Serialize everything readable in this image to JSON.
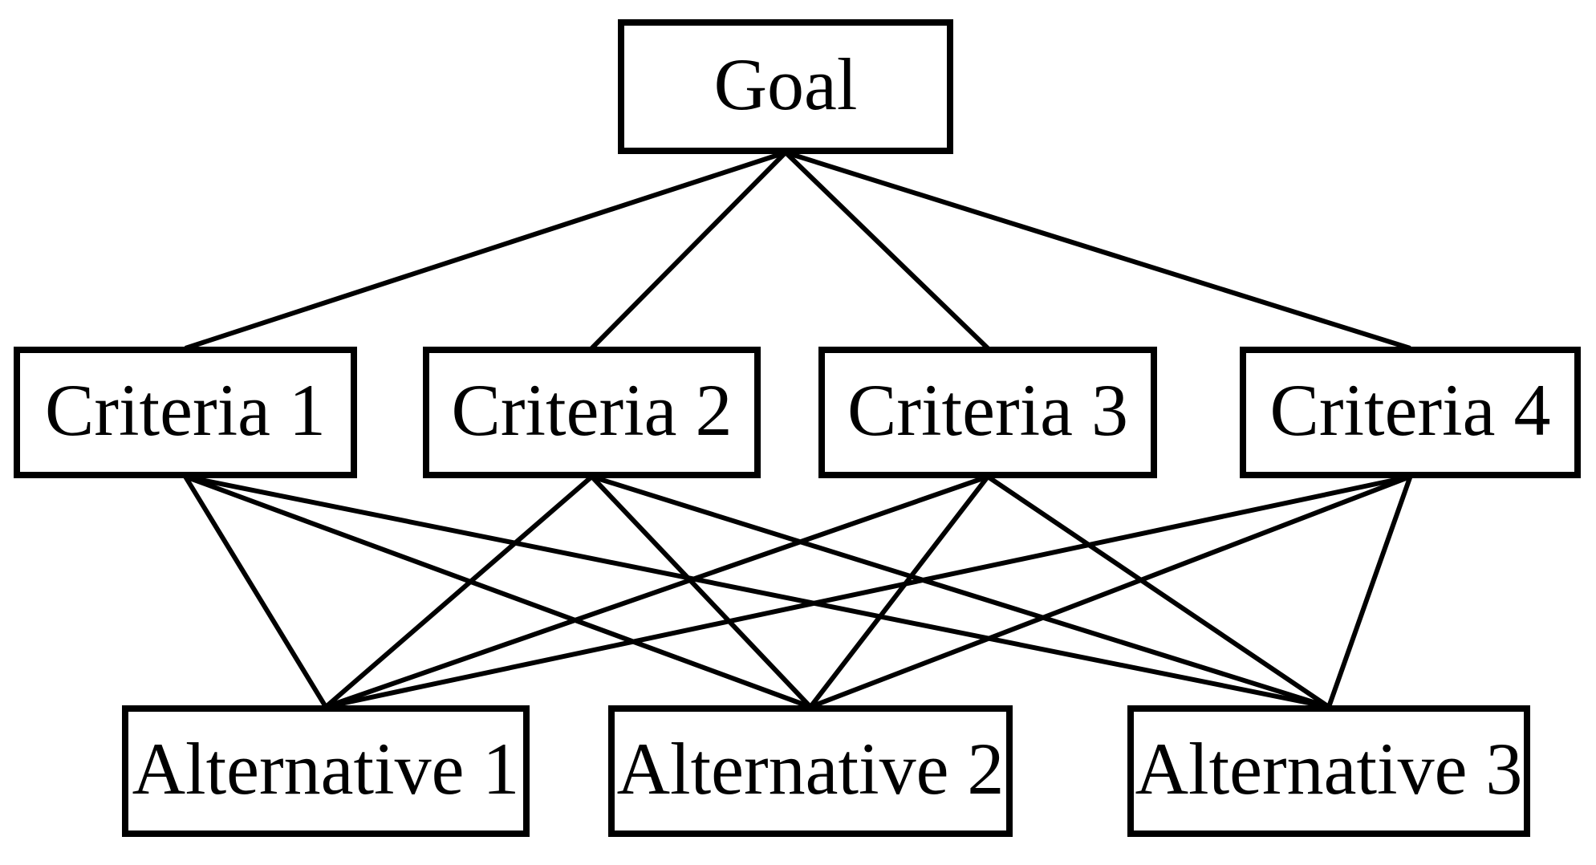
{
  "colors": {
    "background": "#ffffff",
    "box_border": "#000000",
    "line": "#000000",
    "text": "#000000"
  },
  "line_width": 6,
  "nodes": [
    {
      "id": "goal",
      "label": "Goal"
    },
    {
      "id": "c1",
      "label": "Criteria 1"
    },
    {
      "id": "c2",
      "label": "Criteria 2"
    },
    {
      "id": "c3",
      "label": "Criteria 3"
    },
    {
      "id": "c4",
      "label": "Criteria 4"
    },
    {
      "id": "a1",
      "label": "Alternative 1"
    },
    {
      "id": "a2",
      "label": "Alternative 2"
    },
    {
      "id": "a3",
      "label": "Alternative 3"
    }
  ],
  "edges": [
    {
      "from": "goal",
      "to": "c1"
    },
    {
      "from": "goal",
      "to": "c2"
    },
    {
      "from": "goal",
      "to": "c3"
    },
    {
      "from": "goal",
      "to": "c4"
    },
    {
      "from": "c1",
      "to": "a1"
    },
    {
      "from": "c1",
      "to": "a2"
    },
    {
      "from": "c1",
      "to": "a3"
    },
    {
      "from": "c2",
      "to": "a1"
    },
    {
      "from": "c2",
      "to": "a2"
    },
    {
      "from": "c2",
      "to": "a3"
    },
    {
      "from": "c3",
      "to": "a1"
    },
    {
      "from": "c3",
      "to": "a2"
    },
    {
      "from": "c3",
      "to": "a3"
    },
    {
      "from": "c4",
      "to": "a1"
    },
    {
      "from": "c4",
      "to": "a2"
    },
    {
      "from": "c4",
      "to": "a3"
    }
  ]
}
